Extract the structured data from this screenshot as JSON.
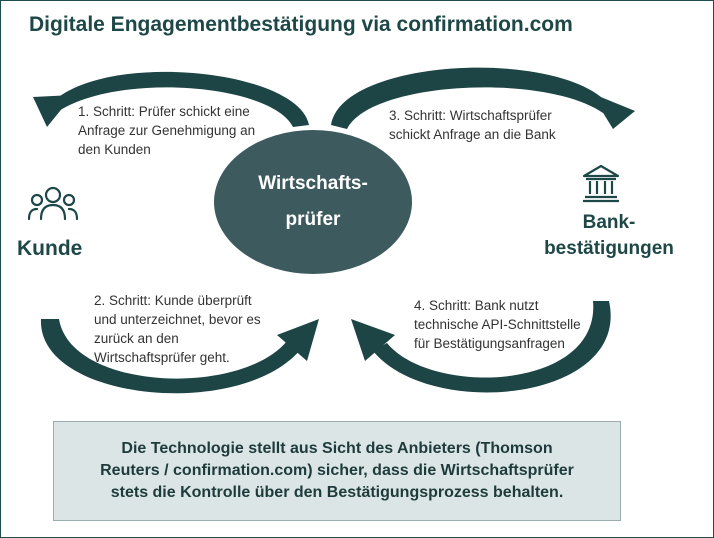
{
  "title": "Digitale Engagementbestätigung via confirmation.com",
  "center": {
    "line1": "Wirtschafts-",
    "line2": "prüfer"
  },
  "left_node": {
    "label": "Kunde",
    "icon": "people-group-icon"
  },
  "right_node": {
    "line1": "Bank-",
    "line2": "bestätigungen",
    "icon": "bank-building-icon"
  },
  "steps": [
    {
      "lines": [
        "1. Schritt: Prüfer schickt eine",
        "Anfrage zur Genehmigung  an",
        "den Kunden"
      ]
    },
    {
      "lines": [
        "2. Schritt: Kunde überprüft",
        "und unterzeichnet, bevor es",
        "zurück an den",
        "Wirtschaftsprüfer geht."
      ]
    },
    {
      "lines": [
        "3. Schritt: Wirtschaftsprüfer",
        "schickt Anfrage  an die Bank"
      ]
    },
    {
      "lines": [
        "4. Schritt: Bank nutzt",
        "technische API-Schnittstelle",
        "für Bestätigungsanfragen"
      ]
    }
  ],
  "info_box": {
    "lines": [
      "Die Technologie stellt aus Sicht des Anbieters (Thomson",
      "Reuters / confirmation.com) sicher, dass die Wirtschaftsprüfer",
      "stets die Kontrolle über den Bestätigungsprozess behalten."
    ]
  },
  "colors": {
    "arrow": "#1e4545",
    "center_fill": "#3d5a5e",
    "heading": "#1e4747",
    "box_fill": "#dbe5e5"
  }
}
